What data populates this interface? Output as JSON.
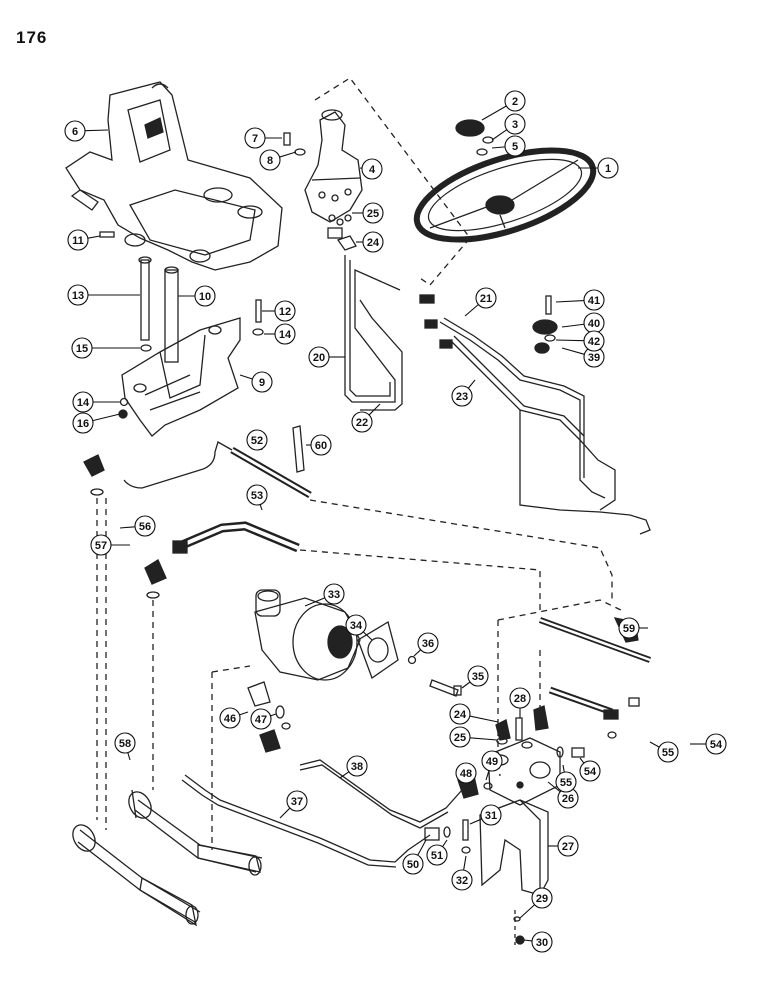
{
  "page_number": "176",
  "callouts": [
    {
      "label": "1"
    },
    {
      "label": "2"
    },
    {
      "label": "3"
    },
    {
      "label": "4"
    },
    {
      "label": "5"
    },
    {
      "label": "6"
    },
    {
      "label": "7"
    },
    {
      "label": "8"
    },
    {
      "label": "9"
    },
    {
      "label": "10"
    },
    {
      "label": "11"
    },
    {
      "label": "12"
    },
    {
      "label": "13"
    },
    {
      "label": "14"
    },
    {
      "label": "14"
    },
    {
      "label": "15"
    },
    {
      "label": "16"
    },
    {
      "label": "20"
    },
    {
      "label": "21"
    },
    {
      "label": "22"
    },
    {
      "label": "23"
    },
    {
      "label": "24"
    },
    {
      "label": "25"
    },
    {
      "label": "24"
    },
    {
      "label": "25"
    },
    {
      "label": "26"
    },
    {
      "label": "27"
    },
    {
      "label": "28"
    },
    {
      "label": "29"
    },
    {
      "label": "30"
    },
    {
      "label": "31"
    },
    {
      "label": "32"
    },
    {
      "label": "33"
    },
    {
      "label": "34"
    },
    {
      "label": "35"
    },
    {
      "label": "36"
    },
    {
      "label": "37"
    },
    {
      "label": "38"
    },
    {
      "label": "39"
    },
    {
      "label": "40"
    },
    {
      "label": "41"
    },
    {
      "label": "42"
    },
    {
      "label": "46"
    },
    {
      "label": "47"
    },
    {
      "label": "48"
    },
    {
      "label": "49"
    },
    {
      "label": "50"
    },
    {
      "label": "51"
    },
    {
      "label": "52"
    },
    {
      "label": "53"
    },
    {
      "label": "54"
    },
    {
      "label": "54"
    },
    {
      "label": "55"
    },
    {
      "label": "55"
    },
    {
      "label": "56"
    },
    {
      "label": "57"
    },
    {
      "label": "58"
    },
    {
      "label": "59"
    },
    {
      "label": "60"
    }
  ]
}
